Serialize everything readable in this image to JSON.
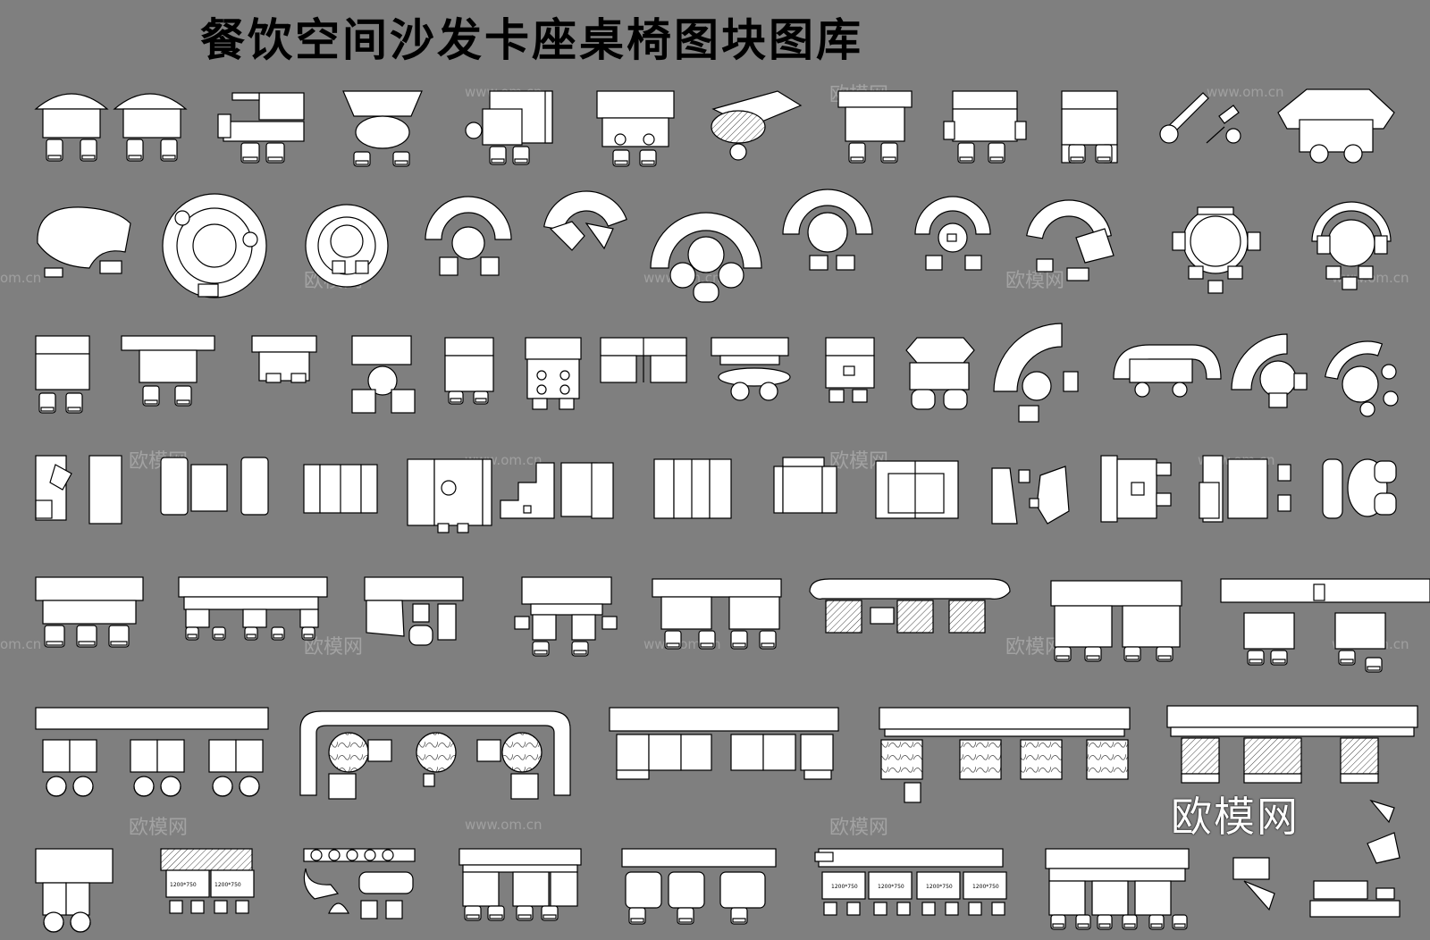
{
  "title": "餐饮空间沙发卡座桌椅图块图库",
  "watermark": {
    "site_name": "欧模网",
    "url": "www.om.cn",
    "url_short": "om.cn",
    "brand": "欧模网"
  },
  "table_labels": {
    "small": "1200*750",
    "large": "1200*750"
  },
  "colors": {
    "background": "#7f7f7f",
    "stroke": "#000000",
    "fill": "#ffffff",
    "title": "#000000"
  },
  "catalog": {
    "row_counts": [
      13,
      12,
      15,
      12,
      8,
      5,
      7
    ],
    "total_blocks": 72
  }
}
